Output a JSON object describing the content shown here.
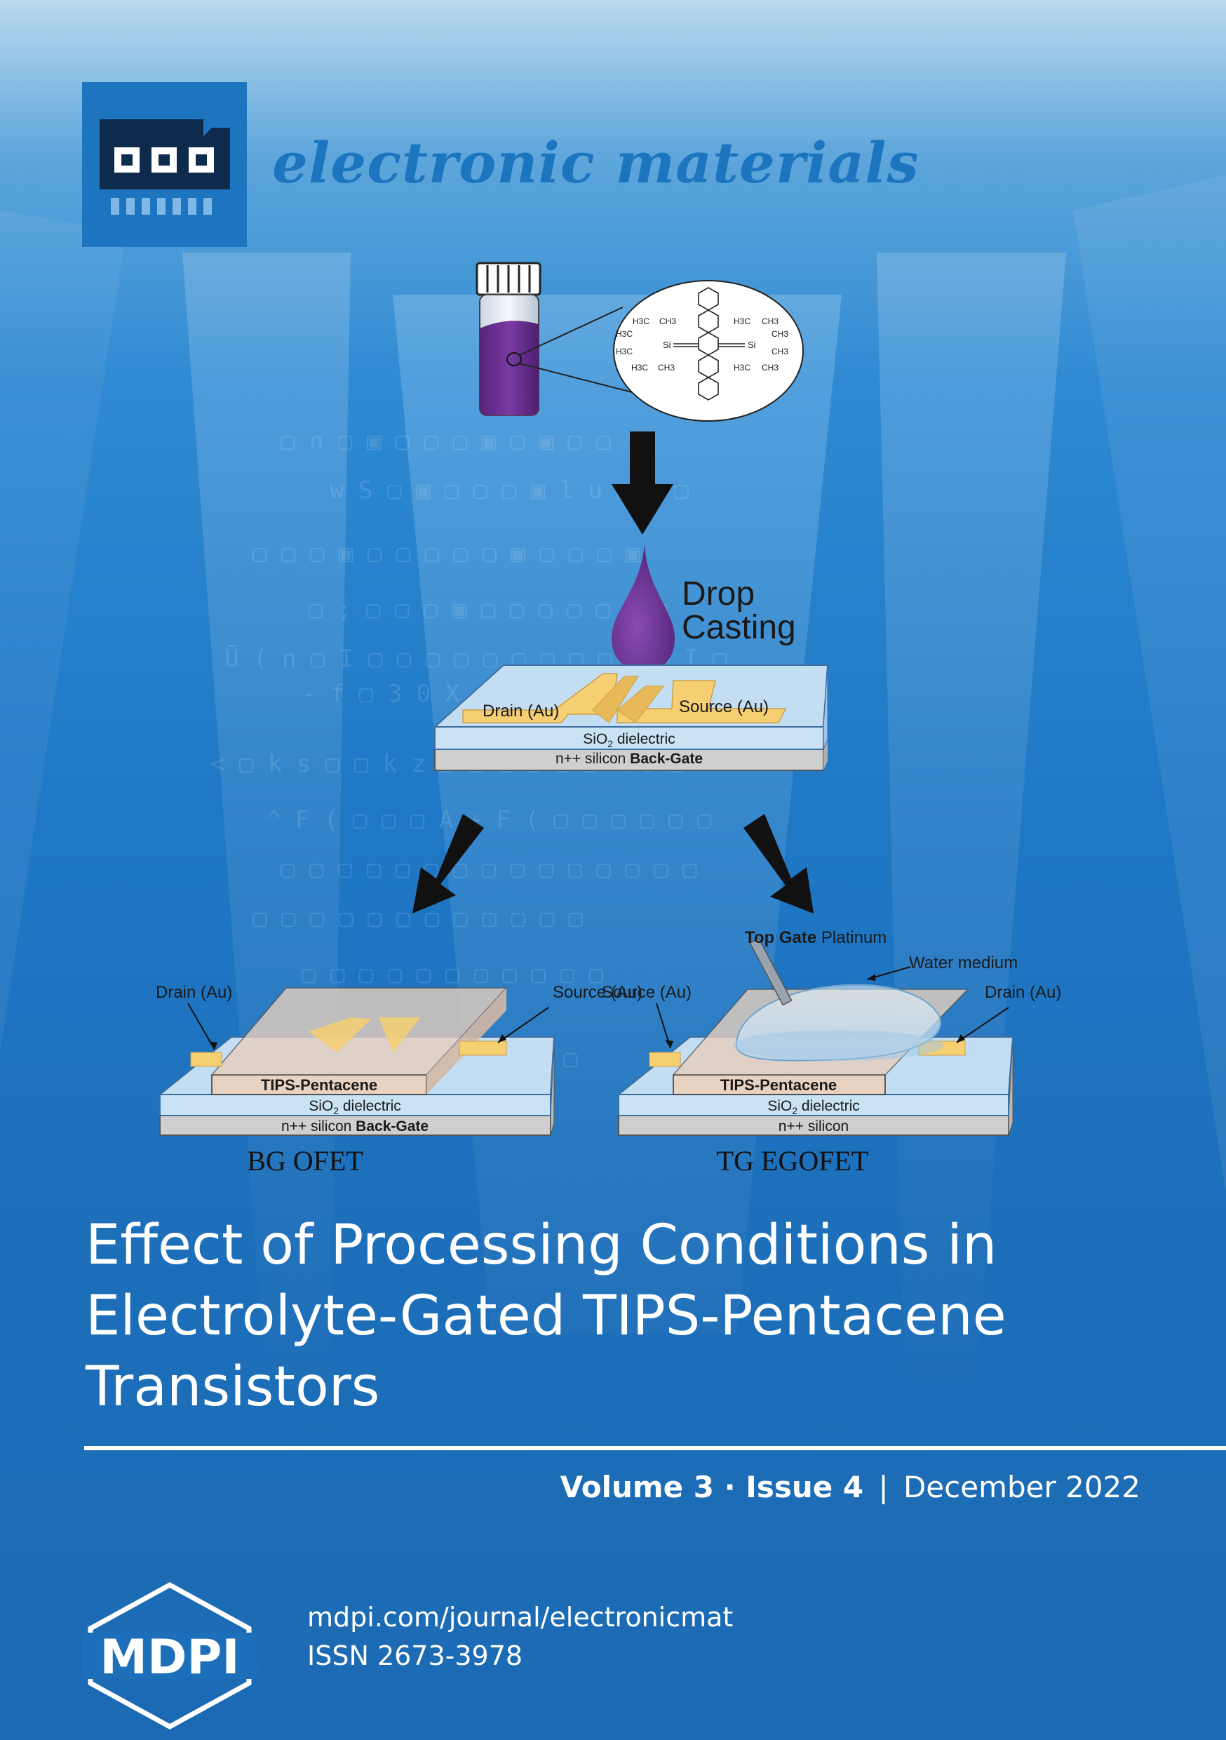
{
  "journal": {
    "name": "electronic materials"
  },
  "figure": {
    "molecule_labels": [
      "H3C",
      "CH3",
      "Si"
    ],
    "drop_casting": [
      "Drop",
      "Casting"
    ],
    "top_device": {
      "drain": "Drain (Au)",
      "source": "Source (Au)",
      "dielectric_prefix": "SiO",
      "dielectric_sub": "2",
      "dielectric_suffix": " dielectric",
      "substrate_prefix": "n++ silicon ",
      "substrate_bold": "Back-Gate"
    },
    "bg_device": {
      "drain": "Drain (Au)",
      "source": "Source (Au)",
      "semiconductor": "TIPS-Pentacene",
      "dielectric_prefix": "SiO",
      "dielectric_sub": "2",
      "dielectric_suffix": " dielectric",
      "substrate_prefix": "n++ silicon ",
      "substrate_bold": "Back-Gate",
      "caption": "BG OFET"
    },
    "tg_device": {
      "top_gate_bold": "Top Gate",
      "top_gate_rest": " Platinum",
      "water": "Water medium",
      "source": "Source (Au)",
      "drain": "Drain (Au)",
      "semiconductor": "TIPS-Pentacene",
      "dielectric_prefix": "SiO",
      "dielectric_sub": "2",
      "dielectric_suffix": " dielectric",
      "substrate": "n++ silicon",
      "caption": "TG EGOFET"
    }
  },
  "article": {
    "title_lines": [
      "Effect of Processing Conditions in",
      "Electrolyte-Gated TIPS-Pentacene",
      "Transistors"
    ]
  },
  "issue": {
    "volume": "Volume 3",
    "dot": " · ",
    "issue": "Issue 4",
    "divider": "|",
    "date": "December 2022"
  },
  "publisher": {
    "logo_text": "MDPI",
    "url": "mdpi.com/journal/electronicmat",
    "issn": "ISSN 2673-3978"
  },
  "colors": {
    "background": "#1f79c6",
    "journal_blue": "#1d75c0",
    "gold": "#f5cf72",
    "solution_purple": "#6a2f8e"
  }
}
